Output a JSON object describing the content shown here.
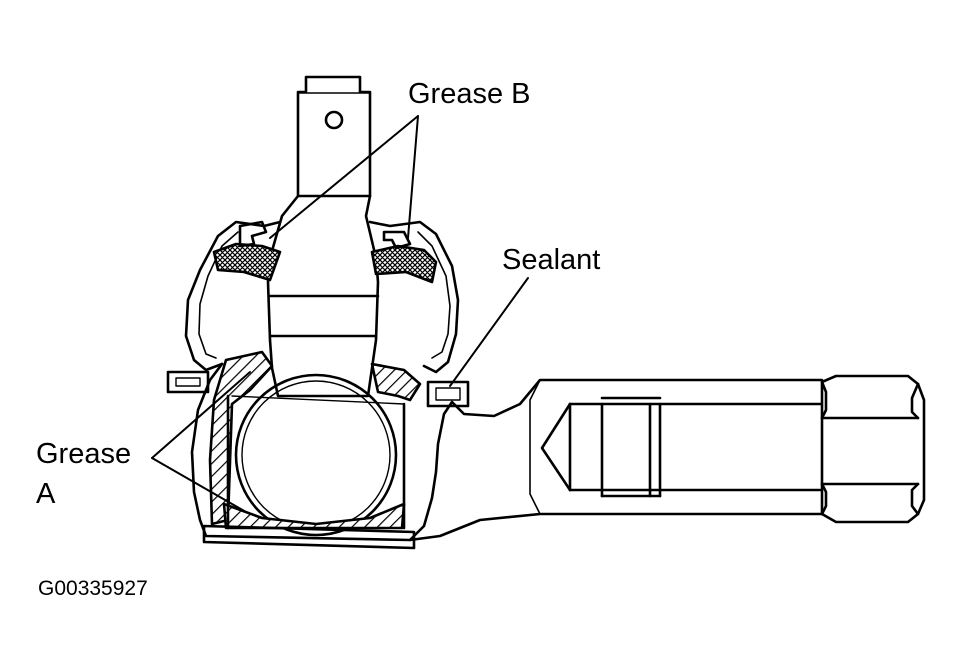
{
  "labels": {
    "grease_b": "Grease B",
    "sealant": "Sealant",
    "grease_a_line1": "Grease",
    "grease_a_line2": "A"
  },
  "figure_id": "G00335927",
  "colors": {
    "ink": "#000000",
    "paper": "#ffffff"
  }
}
